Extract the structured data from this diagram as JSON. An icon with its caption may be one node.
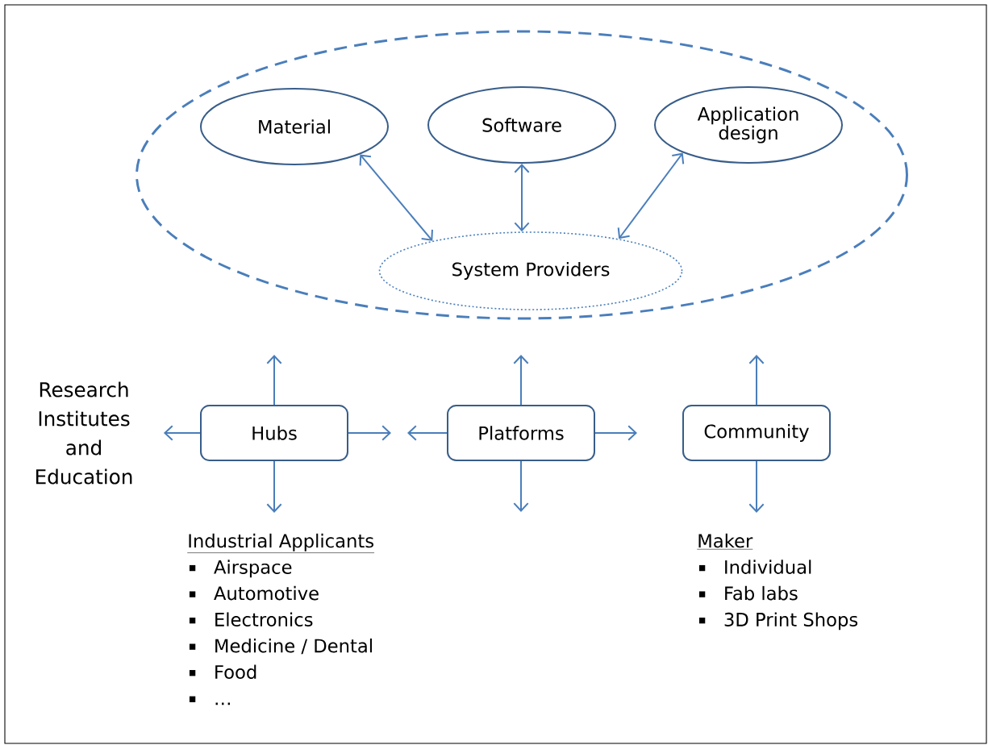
{
  "diagram": {
    "nodes": [
      {
        "text": [],
        "shape": "ellipse"
      },
      {
        "text": [
          "Material"
        ],
        "in": 0
      },
      {
        "text": [
          "Software"
        ],
        "in": 0
      },
      {
        "text": [
          "Application design"
        ],
        "in": 0
      },
      {
        "text": [
          "System Providers"
        ],
        "in": 0
      },
      {
        "text": [
          "Research Institutes and Education"
        ]
      },
      {
        "text": [
          "Hubs"
        ]
      },
      {
        "text": [
          "Platforms"
        ]
      },
      {
        "text": [
          "Community"
        ]
      },
      {
        "text": [
          "Industrial Applicants",
          "Airspace",
          "Automotive",
          "Electronics",
          "Medicine / Dental",
          "Food",
          "…"
        ]
      },
      {
        "text": [
          "Maker",
          "Individual",
          "Fab labs",
          "3D Print Shops"
        ]
      }
    ],
    "edges": [
      {
        "from": 1,
        "to": 4,
        "arrow": "both"
      },
      {
        "from": 2,
        "to": 4,
        "arrow": "both"
      },
      {
        "from": 3,
        "to": 4,
        "arrow": "both"
      },
      {
        "from": 6,
        "to": null,
        "arrow": "to"
      },
      {
        "from": 6,
        "to": 5,
        "arrow": "to"
      },
      {
        "from": 6,
        "to": null,
        "arrow": "to"
      },
      {
        "from": 6,
        "to": 9,
        "arrow": "to"
      },
      {
        "from": 7,
        "to": null,
        "arrow": "to"
      },
      {
        "from": 7,
        "to": null,
        "arrow": "to"
      },
      {
        "from": 7,
        "to": null,
        "arrow": "to"
      },
      {
        "from": 7,
        "to": null,
        "arrow": "to"
      },
      {
        "from": 8,
        "to": null,
        "arrow": "to"
      },
      {
        "from": 8,
        "to": 10,
        "arrow": "to"
      }
    ]
  }
}
